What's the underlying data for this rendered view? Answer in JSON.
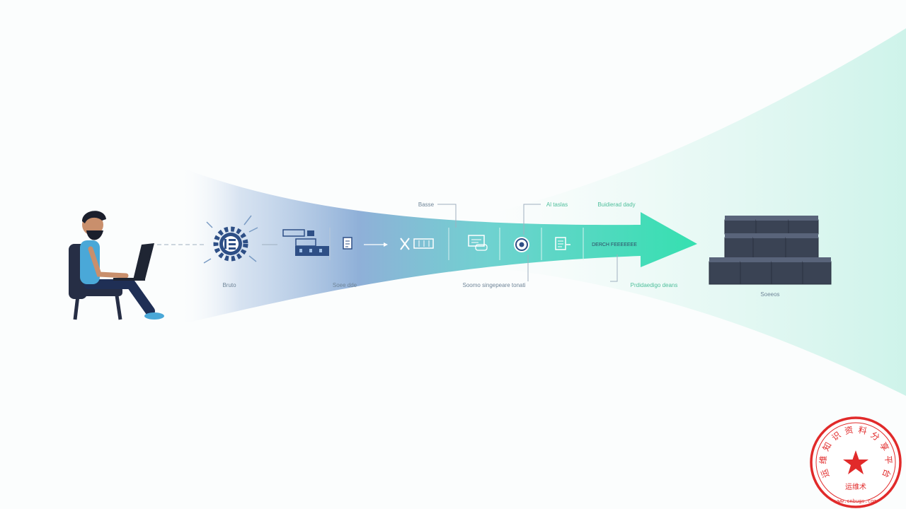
{
  "colors": {
    "flow_start": "#2f5f96",
    "flow_end": "#35e0b0",
    "navy": "#2e4f86",
    "server": "#3a4354",
    "shirt": "#4aa8d8",
    "seal": "#e12a2a"
  },
  "diagram": {
    "user": {
      "icon": "person-at-laptop-icon"
    },
    "stages": [
      {
        "icon": "gear-icon",
        "label": "Bruto"
      },
      {
        "icon": "monitor-icon",
        "label": "Soee dde"
      },
      {
        "icon": "document-icon",
        "label": ""
      },
      {
        "icon": "code-icon",
        "label": ""
      },
      {
        "icon": "screen-icon",
        "label": "Soomo singepeare tonati"
      },
      {
        "icon": "target-icon",
        "label": ""
      },
      {
        "icon": "file-icon",
        "label": ""
      }
    ],
    "callouts": {
      "top_1": "Basse",
      "top_2": "Al taslas",
      "top_3": "Buidierad dady",
      "bottom": "Prdidaedigo deans",
      "arrow_text": "DERCH FEEEEEEE"
    },
    "destination": {
      "icon": "server-stack-icon",
      "label": "Soeeos"
    }
  },
  "seal": {
    "ring_text": "运维知识资料分享平台",
    "center_text": "运维术",
    "url_text": "www.cnbugs.com",
    "icon": "red-star-icon"
  }
}
